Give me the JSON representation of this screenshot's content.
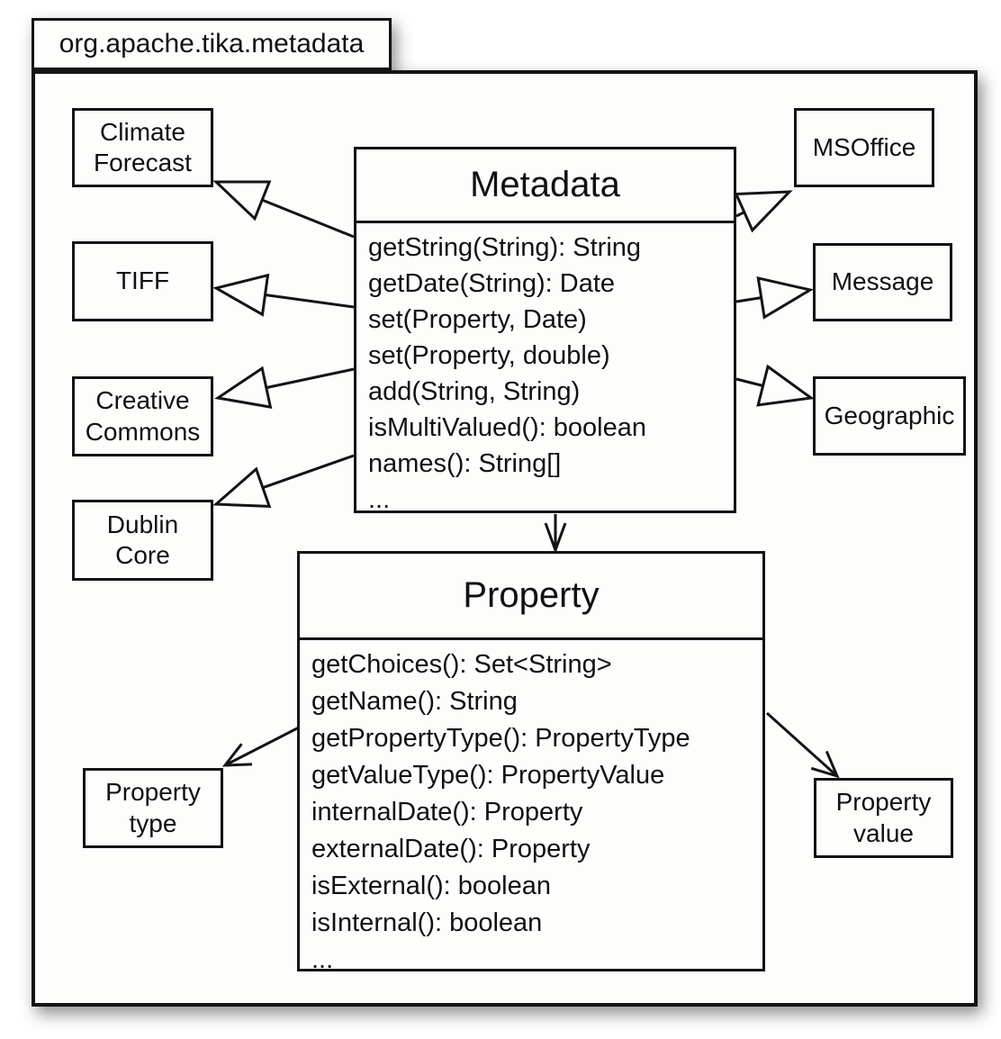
{
  "package": {
    "label": "org.apache.tika.metadata"
  },
  "classes": {
    "metadata": {
      "title": "Metadata",
      "methods": [
        "getString(String): String",
        "getDate(String): Date",
        "set(Property, Date)",
        "set(Property, double)",
        "add(String, String)",
        "isMultiValued(): boolean",
        "names(): String[]",
        "..."
      ]
    },
    "property": {
      "title": "Property",
      "methods": [
        "getChoices(): Set<String>",
        "getName(): String",
        "getPropertyType(): PropertyType",
        "getValueType(): PropertyValue",
        "internalDate(): Property",
        "externalDate(): Property",
        "isExternal(): boolean",
        "isInternal(): boolean",
        "..."
      ]
    }
  },
  "related": {
    "climate_forecast": "Climate Forecast",
    "tiff": "TIFF",
    "creative_commons": "Creative Commons",
    "dublin_core": "Dublin Core",
    "msoffice": "MSOffice",
    "message": "Message",
    "geographic": "Geographic",
    "property_type": "Property type",
    "property_value": "Property value"
  },
  "colors": {
    "line": "#141414",
    "surface": "#fdfdfb"
  }
}
